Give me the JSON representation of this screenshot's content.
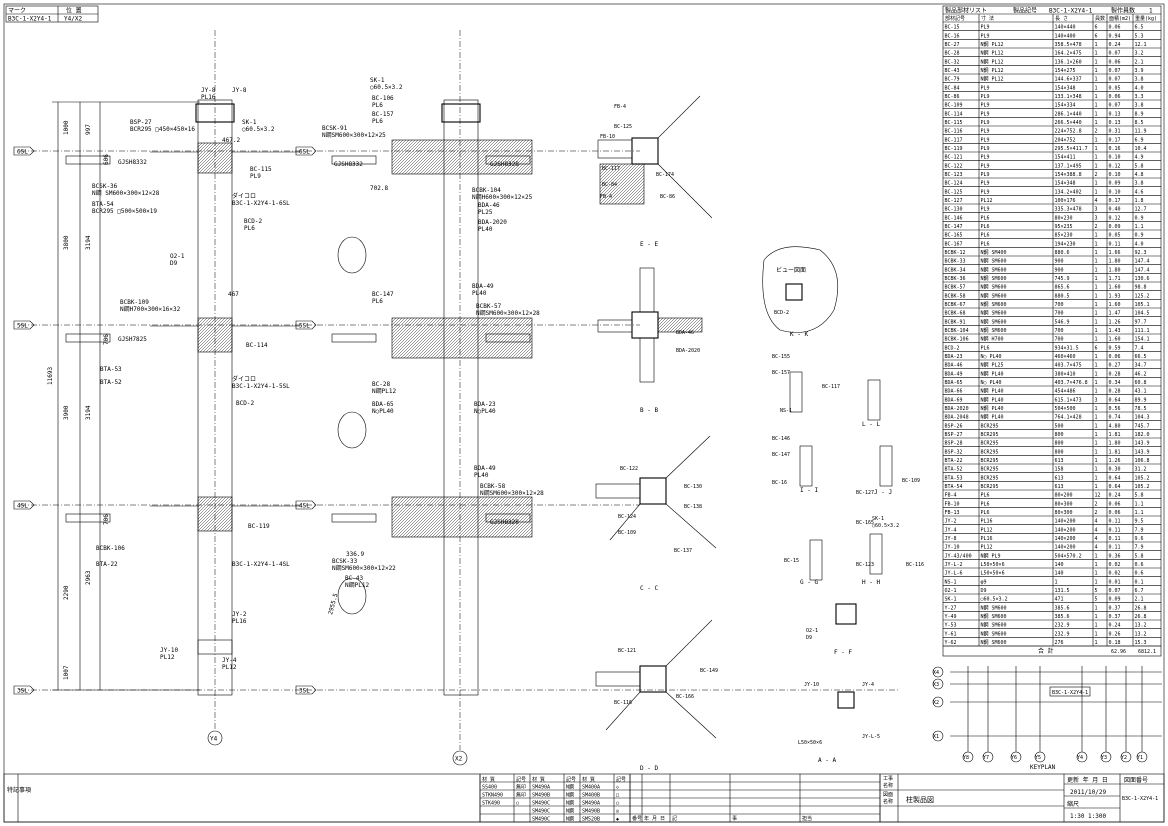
{
  "header": {
    "mark_label": "マーク",
    "position_label": "位 置",
    "mark_value": "B3C-1-X2Y4-1",
    "position_value": "Y4/X2"
  },
  "levels": [
    "6SL",
    "5SL",
    "4SL",
    "3SL"
  ],
  "grid_labels": {
    "y4": "Y4",
    "x2": "X2"
  },
  "dims_left": [
    "1000",
    "997",
    "3800",
    "3194",
    "606",
    "706",
    "11693",
    "3900",
    "3194",
    "706",
    "2963",
    "2290",
    "1007"
  ],
  "labels_col1": [
    "JY-8",
    "PL16",
    "BSP-27",
    "BCR295 □450×450×16",
    "SK-1",
    "○60.5×3.2",
    "467.2",
    "GJSH8332",
    "BC-115",
    "PL9",
    "BCSK-36",
    "N鋼 SM600×300×12×28",
    "BTA-54",
    "BCR295 □500×500×19",
    "ダイコロ",
    "B3C-1-X2Y4-1-6SL",
    "BCD-2",
    "PL6",
    "O2-1",
    "D9",
    "BCBK-109",
    "N鋼H700×300×16×32",
    "467",
    "GJSH7825",
    "BC-114",
    "BTA-53",
    "BTA-52",
    "ダイコロ",
    "B3C-1-X2Y4-1-5SL",
    "BCD-2",
    "BC-119",
    "BCBK-106",
    "BTA-22",
    "B3C-1-X2Y4-1-4SL",
    "JY-2",
    "PL16",
    "JY-10",
    "PL12",
    "JY-4",
    "PL12",
    "JY-8"
  ],
  "labels_col2": [
    "SK-1",
    "○60.5×3.2",
    "BC-106",
    "PL6",
    "BC-157",
    "PL6",
    "BCSK-91",
    "N鋼SM600×300×12×25",
    "GJSH8332",
    "GJSH8328",
    "BCBK-104",
    "N鋼H600×300×12×25",
    "BDA-46",
    "PL25",
    "BDA-2020",
    "PL40",
    "BDA-49",
    "PL40",
    "BCBK-57",
    "N鋼SM600×300×12×28",
    "BC-147",
    "PL6",
    "BC-28",
    "N鋼PL12",
    "BDA-65",
    "N○PL40",
    "BDA-23",
    "N○PL40",
    "BCSK-33",
    "N鋼SM600×300×12×22",
    "BC-43",
    "N鋼PL12",
    "BDA-49",
    "PL40",
    "BCBK-58",
    "N鋼SM600×300×12×28",
    "GJSH8328",
    "702.8",
    "336.9",
    "2955.5"
  ],
  "section_labels": [
    "E - E",
    "D - D",
    "C - C",
    "B - B",
    "ビュー図面",
    "K - K",
    "L - L",
    "I - I",
    "J - J",
    "G - G",
    "H - H",
    "F - F",
    "A - A"
  ],
  "section_parts": [
    "FB-4",
    "BC-125",
    "FB-10",
    "BC-117",
    "BC-174",
    "BC-84",
    "BC-86",
    "FB-4",
    "BDA-46",
    "BDA-2020",
    "BC-122",
    "BC-130",
    "BC-138",
    "BC-124",
    "BC-137",
    "BC-109",
    "BC-121",
    "BC-116",
    "BC-166",
    "BC-149",
    "BC-155",
    "BC-157",
    "BC-117",
    "NS-1",
    "BC-146",
    "BC-147",
    "BC-16",
    "BC-127",
    "BC-109",
    "BC-165",
    "BC-123",
    "BC-116",
    "BC-15",
    "O2-1",
    "D9",
    "JY-10",
    "JY-4",
    "JY-L-5",
    "L50×50×6",
    "BCD-2",
    "SK-1",
    "○60.5×3.2"
  ],
  "parts_list": {
    "title": "製品部材リスト",
    "product_label": "製品記号",
    "product_value": "B3C-1-X2Y4-1",
    "count_label": "製作員数",
    "count_value": "1",
    "columns": [
      "部材記号",
      "寸 法",
      "長 さ",
      "員数",
      "面積(m2)",
      "重量(kg)"
    ],
    "rows": [
      [
        "BC-15",
        "PL9",
        "140×440",
        "6",
        "0.06",
        "6.5"
      ],
      [
        "BC-16",
        "PL9",
        "140×400",
        "6",
        "0.94",
        "5.3"
      ],
      [
        "BC-27",
        "N鋼 PL12",
        "358.5×478",
        "1",
        "0.24",
        "12.1"
      ],
      [
        "BC-28",
        "N鋼 PL12",
        "164.2×475",
        "1",
        "0.07",
        "3.2"
      ],
      [
        "BC-32",
        "N鋼 PL12",
        "136.1×260",
        "1",
        "0.06",
        "2.1"
      ],
      [
        "BC-43",
        "N鋼 PL12",
        "154×275",
        "1",
        "0.07",
        "3.9"
      ],
      [
        "BC-79",
        "N鋼 PL12",
        "144.6×337",
        "1",
        "0.07",
        "3.8"
      ],
      [
        "BC-84",
        "PL9",
        "154×348",
        "1",
        "0.05",
        "4.0"
      ],
      [
        "BC-86",
        "PL9",
        "133.1×348",
        "1",
        "0.06",
        "3.3"
      ],
      [
        "BC-109",
        "PL9",
        "154×334",
        "1",
        "0.07",
        "3.8"
      ],
      [
        "BC-114",
        "PL9",
        "286.1×440",
        "1",
        "0.13",
        "8.9"
      ],
      [
        "BC-115",
        "PL9",
        "266.5×440",
        "1",
        "0.13",
        "8.5"
      ],
      [
        "BC-116",
        "PL9",
        "224×752.8",
        "2",
        "0.31",
        "11.9"
      ],
      [
        "BC-117",
        "PL9",
        "204×752",
        "1",
        "0.17",
        "6.9"
      ],
      [
        "BC-119",
        "PL9",
        "295.5×411.7",
        "1",
        "0.16",
        "10.4"
      ],
      [
        "BC-121",
        "PL9",
        "154×411",
        "1",
        "0.10",
        "4.9"
      ],
      [
        "BC-122",
        "PL9",
        "137.1×495",
        "1",
        "0.12",
        "5.8"
      ],
      [
        "BC-123",
        "PL9",
        "154×388.8",
        "2",
        "0.10",
        "4.8"
      ],
      [
        "BC-124",
        "PL9",
        "154×348",
        "1",
        "0.09",
        "3.8"
      ],
      [
        "BC-125",
        "PL9",
        "134.2×402",
        "1",
        "0.10",
        "4.6"
      ],
      [
        "BC-127",
        "PL12",
        "100×176",
        "4",
        "0.17",
        "1.8"
      ],
      [
        "BC-130",
        "PL9",
        "335.3×478",
        "3",
        "0.40",
        "12.7"
      ],
      [
        "BC-146",
        "PL6",
        "80×230",
        "3",
        "0.12",
        "0.9"
      ],
      [
        "BC-147",
        "PL6",
        "95×235",
        "2",
        "0.09",
        "1.1"
      ],
      [
        "BC-165",
        "PL6",
        "85×230",
        "1",
        "0.05",
        "0.9"
      ],
      [
        "BC-167",
        "PL6",
        "194×230",
        "1",
        "0.11",
        "4.0"
      ],
      [
        "BCBK-12",
        "N鋼 SM400",
        "880.6",
        "1",
        "1.66",
        "92.3"
      ],
      [
        "BCBK-33",
        "N鋼 SM600",
        "900",
        "1",
        "1.80",
        "147.4"
      ],
      [
        "BCBK-34",
        "N鋼 SM600",
        "900",
        "1",
        "1.80",
        "147.4"
      ],
      [
        "BCBK-36",
        "N鋼 SM600",
        "745.9",
        "1",
        "1.71",
        "130.6"
      ],
      [
        "BCBK-57",
        "N鋼 SM600",
        "865.6",
        "1",
        "1.60",
        "98.8"
      ],
      [
        "BCBK-58",
        "N鋼 SM600",
        "880.5",
        "1",
        "1.93",
        "125.2"
      ],
      [
        "BCBK-67",
        "N鋼 SM600",
        "700",
        "1",
        "1.60",
        "105.1"
      ],
      [
        "BCBK-68",
        "N鋼 SM600",
        "700",
        "1",
        "1.47",
        "104.5"
      ],
      [
        "BCBK-91",
        "N鋼 SM600",
        "546.9",
        "1",
        "1.26",
        "97.7"
      ],
      [
        "BCBK-104",
        "N鋼 SM600",
        "700",
        "1",
        "1.43",
        "111.1"
      ],
      [
        "BCBK-106",
        "N鋼 H700",
        "700",
        "1",
        "1.60",
        "154.1"
      ],
      [
        "BCD-2",
        "PL6",
        "934×31.5",
        "6",
        "0.59",
        "7.4"
      ],
      [
        "BDA-23",
        "N○ PL40",
        "460×460",
        "1",
        "0.06",
        "66.5"
      ],
      [
        "BDA-46",
        "N鋼 PL25",
        "403.7×475",
        "1",
        "0.27",
        "34.7"
      ],
      [
        "BDA-49",
        "N鋼 PL40",
        "380×410",
        "1",
        "0.28",
        "46.2"
      ],
      [
        "BDA-65",
        "N○ PL40",
        "403.7×476.8",
        "1",
        "0.34",
        "60.8"
      ],
      [
        "BDA-66",
        "N鋼 PL40",
        "454×486",
        "1",
        "0.28",
        "43.1"
      ],
      [
        "BDA-69",
        "N鋼 PL40",
        "615.1×473",
        "3",
        "0.64",
        "89.9"
      ],
      [
        "BDA-2020",
        "N鋼 PL40",
        "504×500",
        "1",
        "0.56",
        "78.5"
      ],
      [
        "BDA-2048",
        "N鋼 PL40",
        "764.1×428",
        "1",
        "0.74",
        "104.3"
      ],
      [
        "BSP-26",
        "BCR295",
        "500",
        "1",
        "4.80",
        "745.7"
      ],
      [
        "BSP-27",
        "BCR295",
        "800",
        "1",
        "1.81",
        "182.0"
      ],
      [
        "BSP-28",
        "BCR295",
        "800",
        "1",
        "1.80",
        "143.9"
      ],
      [
        "BSP-32",
        "BCR295",
        "800",
        "1",
        "1.81",
        "143.9"
      ],
      [
        "BTA-22",
        "BCR295",
        "613",
        "1",
        "1.26",
        "106.8"
      ],
      [
        "BTA-52",
        "BCR295",
        "158",
        "1",
        "0.30",
        "31.2"
      ],
      [
        "BTA-53",
        "BCR295",
        "613",
        "1",
        "0.64",
        "105.2"
      ],
      [
        "BTA-54",
        "BCR295",
        "613",
        "1",
        "0.64",
        "105.2"
      ],
      [
        "FB-4",
        "PL6",
        "80×200",
        "12",
        "0.24",
        "5.8"
      ],
      [
        "FB-10",
        "PL6",
        "80×300",
        "2",
        "0.06",
        "1.1"
      ],
      [
        "FB-13",
        "PL6",
        "80×300",
        "2",
        "0.06",
        "1.1"
      ],
      [
        "JY-2",
        "PL16",
        "140×200",
        "4",
        "0.11",
        "9.5"
      ],
      [
        "JY-4",
        "PL12",
        "140×200",
        "4",
        "0.11",
        "7.9"
      ],
      [
        "JY-8",
        "PL16",
        "140×200",
        "4",
        "0.11",
        "9.6"
      ],
      [
        "JY-10",
        "PL12",
        "140×200",
        "4",
        "0.11",
        "7.9"
      ],
      [
        "JY-43/400",
        "N鋼 PL9",
        "504×570.2",
        "1",
        "0.36",
        "5.8"
      ],
      [
        "JY-L-2",
        "L50×50×6",
        "140",
        "1",
        "0.02",
        "0.6"
      ],
      [
        "JY-L-6",
        "L50×50×6",
        "140",
        "1",
        "0.02",
        "0.6"
      ],
      [
        "NS-1",
        "φ9",
        "1",
        "1",
        "0.01",
        "0.1"
      ],
      [
        "O2-1",
        "D9",
        "131.5",
        "5",
        "0.07",
        "6.7"
      ],
      [
        "SK-1",
        "○60.5×3.2",
        "471",
        "5",
        "0.09",
        "2.1"
      ],
      [
        "Y-27",
        "N鋼 SM600",
        "385.6",
        "1",
        "0.37",
        "26.8"
      ],
      [
        "Y-49",
        "N鋼 SM600",
        "385.6",
        "1",
        "0.37",
        "26.8"
      ],
      [
        "Y-53",
        "N鋼 SM600",
        "232.9",
        "1",
        "0.24",
        "13.2"
      ],
      [
        "Y-61",
        "N鋼 SM600",
        "232.9",
        "1",
        "0.26",
        "13.2"
      ],
      [
        "Y-62",
        "N鋼 SM600",
        "276",
        "1",
        "0.18",
        "15.3"
      ]
    ],
    "total_label": "合 計",
    "total_area": "62.96",
    "total_weight": "6812.1"
  },
  "keyplan": {
    "title": "KEYPLAN",
    "rows": [
      "X4",
      "X3",
      "X2",
      "X1"
    ],
    "cols": [
      "Y8",
      "Y7",
      "Y6",
      "Y5",
      "Y4",
      "Y3",
      "Y2",
      "Y1"
    ],
    "marker": "B3C-1-X2Y4-1"
  },
  "title_block": {
    "notes_label": "特記事項",
    "materials_header": [
      "材 質",
      "記号",
      "材 質",
      "記号",
      "材 質",
      "記号"
    ],
    "materials": [
      [
        "SS400",
        "無印",
        "SM490A",
        "N鋼",
        "SM400A",
        "◇"
      ],
      [
        "STKN490",
        "無印",
        "SM490B",
        "N鋼",
        "SM400B",
        "□"
      ],
      [
        "STK490",
        "○",
        "SM490C",
        "N鋼",
        "SM490A",
        "○"
      ],
      [
        "",
        "",
        "SM490C",
        "N鋼",
        "SM490B",
        "◎"
      ],
      [
        "",
        "",
        "SM490C",
        "N鋼",
        "SM520B",
        "◆"
      ]
    ],
    "revision_cols": [
      "番号",
      "年 月 日",
      "記",
      "事",
      "担当"
    ],
    "project_labels": [
      "工事",
      "名称",
      "図面",
      "名称"
    ],
    "drawing_name": "柱製品図",
    "update_label": "更新 年 月 日",
    "update_date": "2011/10/29",
    "scale_label": "縮尺",
    "scale_value": "1:30 1:300",
    "drawing_no_label": "図面番号",
    "drawing_no_value": "B3C-1-X2Y4-1"
  }
}
